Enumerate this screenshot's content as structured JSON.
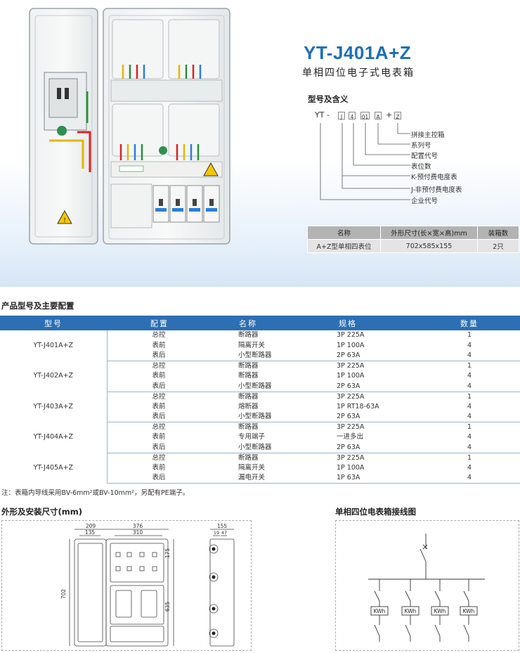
{
  "hero": {
    "model": "YT-J401A+Z",
    "subtitle": "单相四位电子式电表箱",
    "meaning_title": "型号及含义",
    "code": {
      "prefix": "YT",
      "dash": "-",
      "parts": [
        "J",
        "4",
        "01",
        "A"
      ],
      "plus": "+",
      "last": "Z"
    },
    "legend": [
      "拼接主控箱",
      "系列号",
      "配置代号",
      "表位数",
      "K-预付费电度表",
      "J-非预付费电度表",
      "企业代号"
    ],
    "spec_table": {
      "headers": [
        "名称",
        "外形尺寸(长×宽×高)mm",
        "装箱数"
      ],
      "row": [
        "A+Z型单相四表位",
        "702x585x155",
        "2只"
      ]
    },
    "photo_label": "单相四位电子式电表箱"
  },
  "config": {
    "title": "产品型号及主要配置",
    "headers": [
      "型号",
      "配置",
      "名称",
      "规格",
      "数量"
    ],
    "groups": [
      {
        "model": "YT-J401A+Z",
        "rows": [
          [
            "总控",
            "断路器",
            "3P 225A",
            "1"
          ],
          [
            "表前",
            "隔离开关",
            "1P 100A",
            "4"
          ],
          [
            "表后",
            "小型断路器",
            "2P 63A",
            "4"
          ]
        ]
      },
      {
        "model": "YT-J402A+Z",
        "rows": [
          [
            "总控",
            "断路器",
            "3P 225A",
            "1"
          ],
          [
            "表前",
            "断路器",
            "1P 100A",
            "4"
          ],
          [
            "表后",
            "小型断路器",
            "2P 63A",
            "4"
          ]
        ]
      },
      {
        "model": "YT-J403A+Z",
        "rows": [
          [
            "总控",
            "断路器",
            "3P 225A",
            "1"
          ],
          [
            "表前",
            "熔断器",
            "1P RT18-63A",
            "4"
          ],
          [
            "表后",
            "小型断路器",
            "2P 63A",
            "4"
          ]
        ]
      },
      {
        "model": "YT-J404A+Z",
        "rows": [
          [
            "总控",
            "断路器",
            "3P 225A",
            "1"
          ],
          [
            "表前",
            "专用端子",
            "一进多出",
            "4"
          ],
          [
            "表后",
            "小型断路器",
            "2P 63A",
            "4"
          ]
        ]
      },
      {
        "model": "YT-J405A+Z",
        "rows": [
          [
            "总控",
            "断路器",
            "3P 225A",
            "1"
          ],
          [
            "表前",
            "隔离开关",
            "1P 100A",
            "4"
          ],
          [
            "表后",
            "漏电开关",
            "1P 63A",
            "4"
          ]
        ]
      }
    ],
    "note": "注：表箱内导线采用BV-6mm²或BV-10mm²，另配有PE端子。"
  },
  "drawing": {
    "title": "外形及安装尺寸(mm)",
    "dims": {
      "d209": "209",
      "d135": "135",
      "d376": "376",
      "d310": "310",
      "d702": "702",
      "d175": "175",
      "d635": "635",
      "d155": "155",
      "d19": "19",
      "d47": "47"
    }
  },
  "wiring": {
    "title": "单相四位电表箱接线图",
    "meter_label": "KWh",
    "meters": [
      "KWh",
      "KWh",
      "KWh",
      "KWh"
    ]
  },
  "colors": {
    "accent": "#1d6fb8",
    "table_header": "#2d6fb4",
    "spec_header": "#b3b3b3",
    "spec_cell": "#e4e4e4"
  }
}
